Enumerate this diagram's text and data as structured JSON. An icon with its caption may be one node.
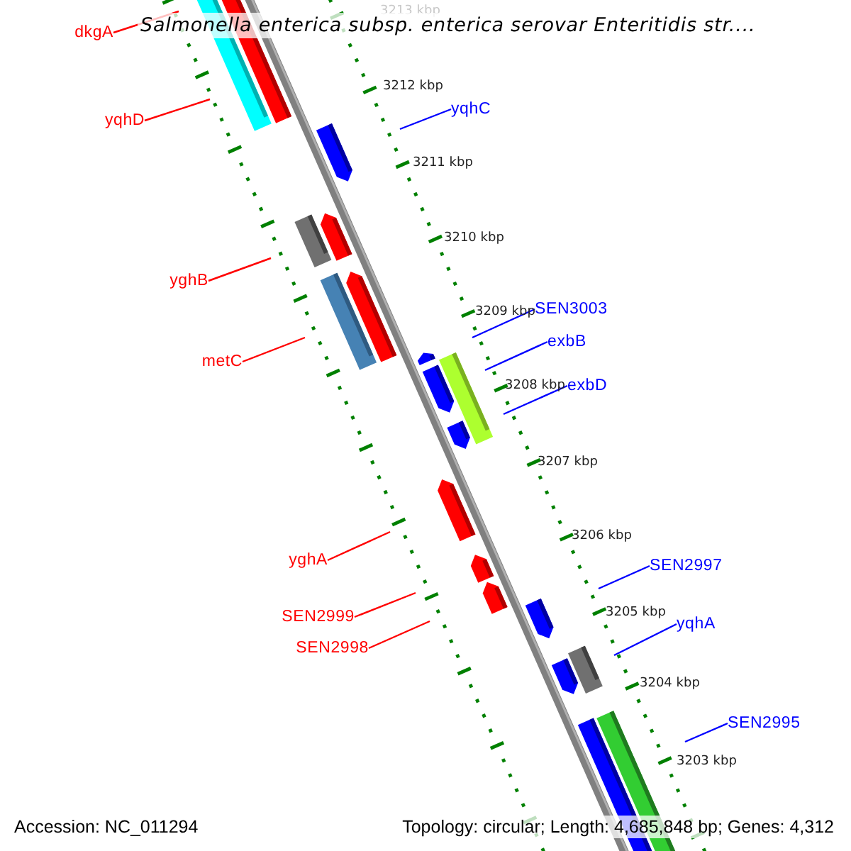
{
  "diagram": {
    "title": "Salmonella enterica subsp. enterica serovar Enteritidis str....",
    "nodes": [
      {
        "text": [
          "dkgA"
        ]
      },
      {
        "text": [
          "yqhD"
        ]
      },
      {
        "text": [
          "yqhC"
        ]
      },
      {
        "text": [
          "yghB"
        ]
      },
      {
        "text": [
          "metC"
        ]
      },
      {
        "text": [
          "SEN3003"
        ]
      },
      {
        "text": [
          "exbB"
        ]
      },
      {
        "text": [
          "exbD"
        ]
      },
      {
        "text": [
          "yghA"
        ]
      },
      {
        "text": [
          "SEN2997"
        ]
      },
      {
        "text": [
          "SEN2999"
        ]
      },
      {
        "text": [
          "yqhA"
        ]
      },
      {
        "text": [
          "SEN2998"
        ]
      },
      {
        "text": [
          "SEN2995"
        ]
      }
    ],
    "edges": [
      {
        "from": 0,
        "to": null,
        "arrow": "none"
      },
      {
        "from": 1,
        "to": null,
        "arrow": "none"
      },
      {
        "from": 2,
        "to": null,
        "arrow": "none",
        "color": "#0000ff"
      },
      {
        "from": 3,
        "to": null,
        "arrow": "none"
      },
      {
        "from": 4,
        "to": null,
        "arrow": "none"
      },
      {
        "from": 5,
        "to": null,
        "arrow": "none",
        "color": "#0000ff"
      },
      {
        "from": 6,
        "to": null,
        "arrow": "none",
        "color": "#0000ff"
      },
      {
        "from": 7,
        "to": null,
        "arrow": "none",
        "color": "#0000ff"
      },
      {
        "from": 8,
        "to": null,
        "arrow": "none"
      },
      {
        "from": 9,
        "to": null,
        "arrow": "none",
        "color": "#0000ff"
      },
      {
        "from": 10,
        "to": null,
        "arrow": "none"
      },
      {
        "from": 11,
        "to": null,
        "arrow": "none",
        "color": "#0000ff"
      },
      {
        "from": 12,
        "to": null,
        "arrow": "none"
      },
      {
        "from": 13,
        "to": null,
        "arrow": "none",
        "color": "#0000ff"
      }
    ],
    "labels": [
      "3213 kbp",
      "3212 kbp",
      "3211 kbp",
      "3210 kbp",
      "3209 kbp",
      "3208 kbp",
      "3207 kbp",
      "3206 kbp",
      "3205 kbp",
      "3204 kbp",
      "3203 kbp",
      "Accession: NC_011294",
      "Topology: circular; Length: 4,685,848 bp; Genes: 4,312"
    ]
  }
}
